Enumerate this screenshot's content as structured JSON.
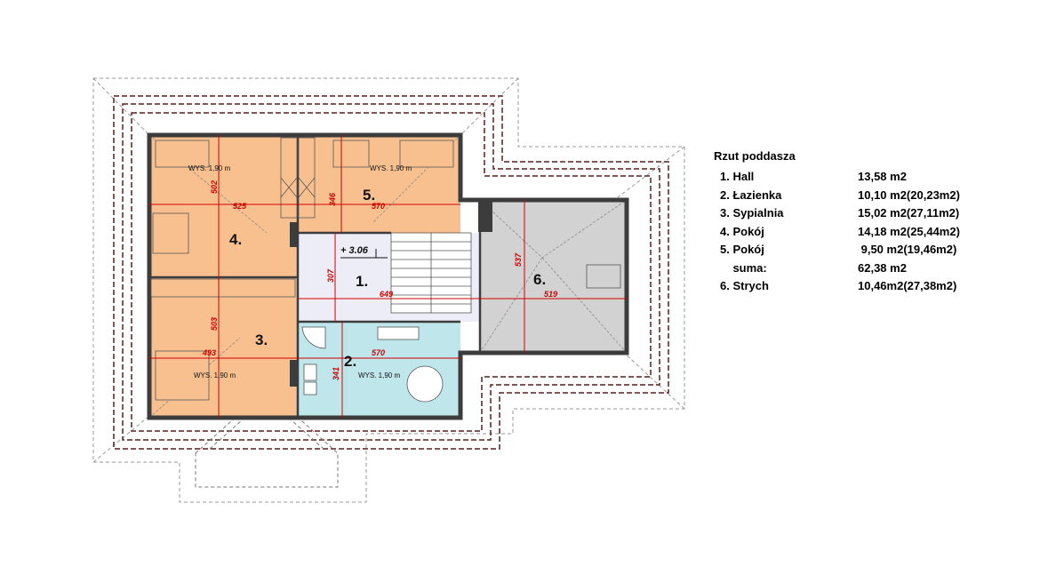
{
  "legend": {
    "title": "Rzut poddasza",
    "rows": [
      {
        "label": "1. Hall",
        "value": "13,58 m2"
      },
      {
        "label": "2. Łazienka",
        "value": "10,10 m2(20,23m2)"
      },
      {
        "label": "3. Sypialnia",
        "value": "15,02 m2(27,11m2)"
      },
      {
        "label": "4. Pokój",
        "value": "14,18 m2(25,44m2)"
      },
      {
        "label": "5. Pokój",
        "value": " 9,50 m2(19,46m2)"
      },
      {
        "label": "    suma:",
        "value": "62,38 m2"
      },
      {
        "label": "6. Strych",
        "value": "10,46m2(27,38m2)"
      }
    ]
  },
  "plan": {
    "rooms": [
      "1.",
      "2.",
      "3.",
      "4.",
      "5.",
      "6."
    ],
    "level": "+ 3.06",
    "wys": "WYS. 1,90 m",
    "dims": [
      "502",
      "525",
      "346",
      "570",
      "307",
      "649",
      "537",
      "519",
      "503",
      "493",
      "341",
      "570"
    ]
  },
  "colors": {
    "room_orange": "#f9c08f",
    "bathroom": "#bfe6ea",
    "hall": "#ededf7",
    "attic": "#d2d2d2",
    "wall": "#3c3c3c",
    "dimension": "#d00000",
    "roof_dash": "#5a1e1e"
  }
}
